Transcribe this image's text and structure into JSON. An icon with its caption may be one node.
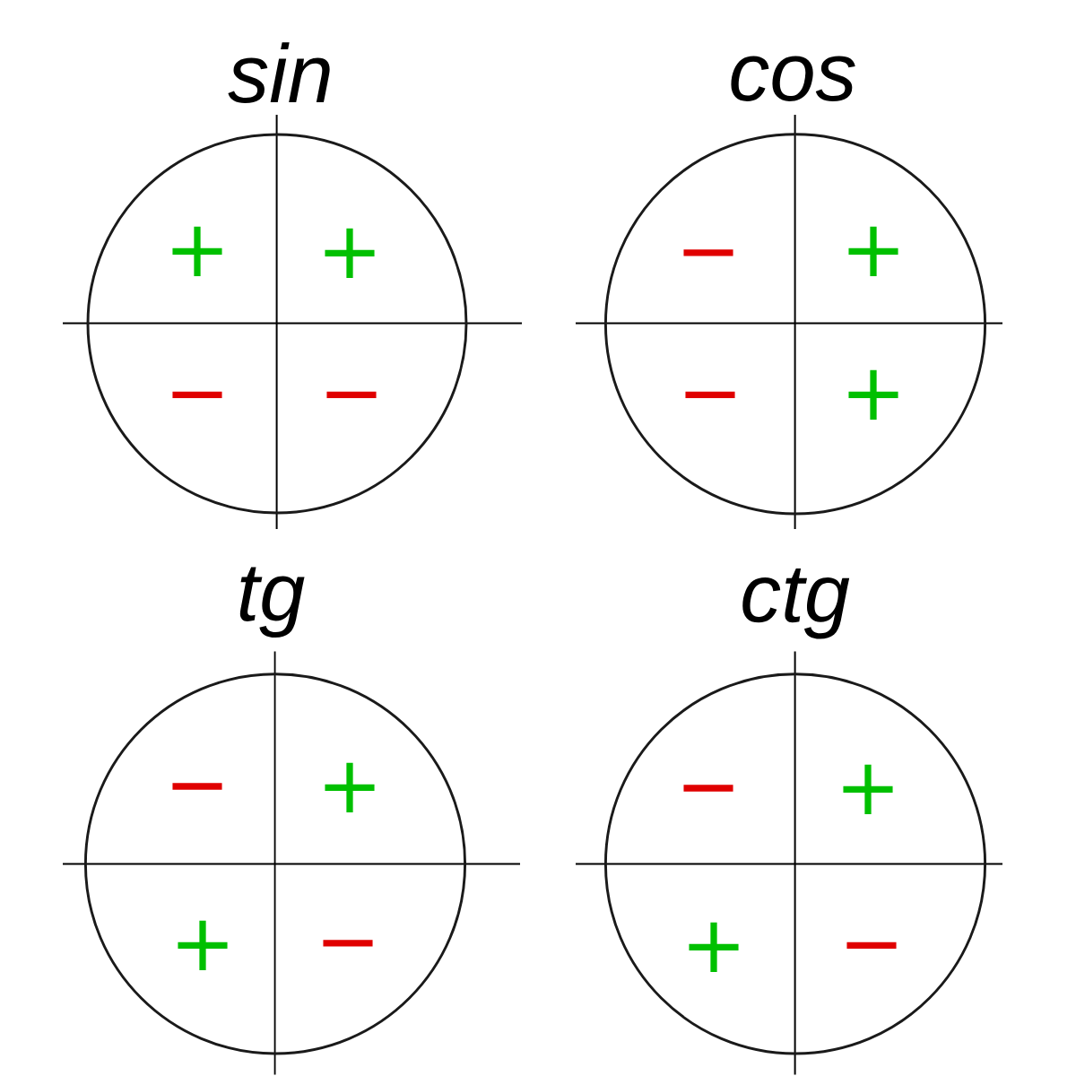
{
  "diagram": {
    "nodes": [
      {
        "text": [
          "sin",
          "+",
          "+",
          "−",
          "−"
        ]
      },
      {
        "text": [
          "cos",
          "−",
          "+",
          "−",
          "+"
        ]
      },
      {
        "text": [
          "tg",
          "−",
          "+",
          "+",
          "−"
        ]
      },
      {
        "text": [
          "ctg",
          "−",
          "+",
          "+",
          "−"
        ]
      }
    ]
  }
}
